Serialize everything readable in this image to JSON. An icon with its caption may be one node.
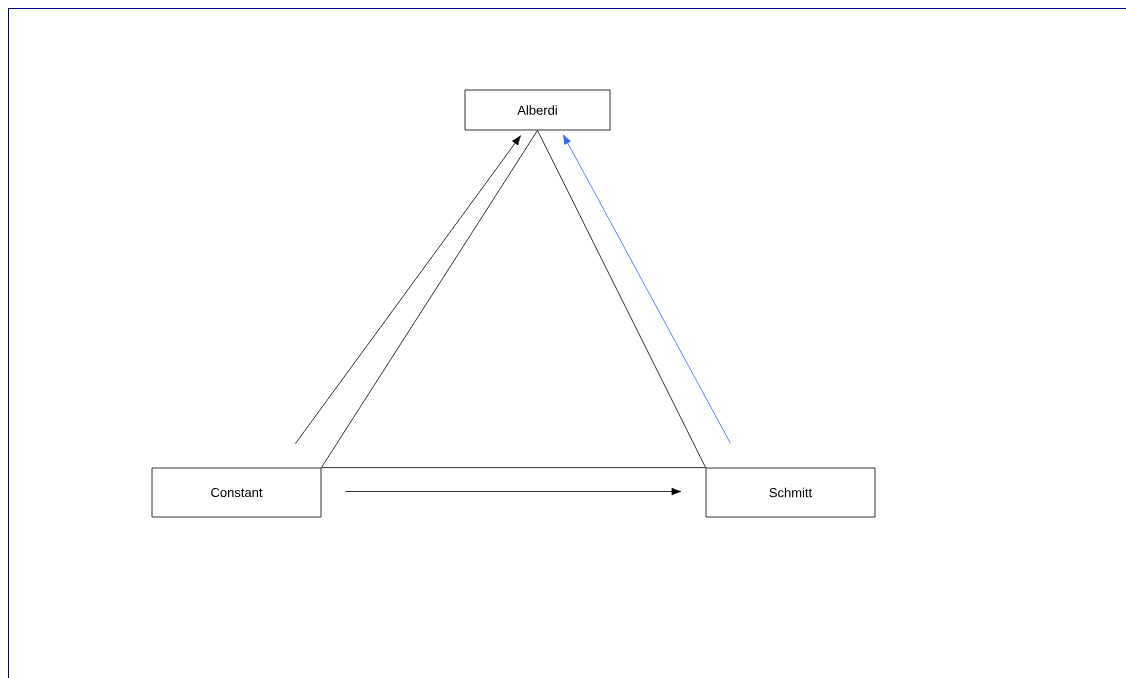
{
  "diagram": {
    "nodes": [
      {
        "text": [
          "Alberdi"
        ]
      },
      {
        "text": [
          "Constant"
        ]
      },
      {
        "text": [
          "Schmitt"
        ]
      }
    ],
    "edges": [
      {
        "from": 1,
        "to": 0,
        "arrow": "none"
      },
      {
        "from": 0,
        "to": 2,
        "arrow": "none"
      },
      {
        "from": 1,
        "to": 2,
        "arrow": "none"
      },
      {
        "from": 1,
        "to": 0,
        "arrow": "to"
      },
      {
        "from": 2,
        "to": 0,
        "arrow": "to",
        "color": "#3366ff"
      },
      {
        "from": 1,
        "to": 2,
        "arrow": "to"
      }
    ]
  }
}
